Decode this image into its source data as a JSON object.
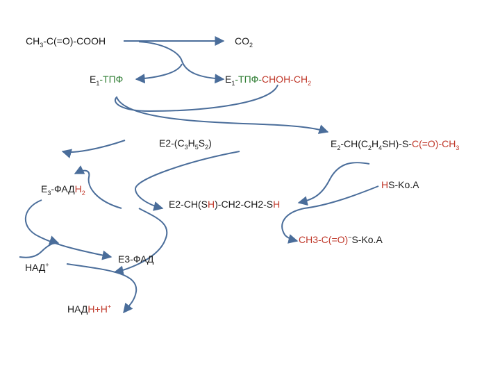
{
  "colors": {
    "arrow": "#4a6d9a",
    "text": "#1a1a1a",
    "accent_red": "#c0392b",
    "accent_green": "#2e7d32"
  },
  "labels": {
    "pyruvate": {
      "a": "CH",
      "b": "3",
      "c": "-C(=O)-COOH"
    },
    "co2": {
      "a": "CO",
      "b": "2"
    },
    "e1_tpp": {
      "a": "E",
      "b": "1",
      "c": "-ТПФ"
    },
    "e1_tpp_choh": {
      "a": "E",
      "b": "1",
      "c": "-ТПФ-",
      "d": "CHOH-CH",
      "e": "2"
    },
    "e2_lipoate": {
      "a": "E2-(C",
      "b": "3",
      "c": "H",
      "d": "5",
      "e": "S",
      "f": "2",
      "g": ")"
    },
    "e2_acetyl": {
      "a": "E",
      "b": "2",
      "c": "-CH(C",
      "d": "2",
      "e": "H",
      "f": "4",
      "g": "SH)-S-",
      "h": "C(=O)-CH",
      "i": "3"
    },
    "e3_fadh2": {
      "a": "E",
      "b": "3",
      "c": "-ФАД",
      "d": "H",
      "e": "2"
    },
    "hs_coa": {
      "a": "H",
      "b": "S-Ko.A"
    },
    "e2_dihydro": {
      "a": "E2-CH(S",
      "b": "H",
      "c": ")-CH2-CH2-S",
      "d": "H"
    },
    "acetyl_coa": {
      "a": "CH3-C(=O)",
      "b": "~",
      "c": "S-Ko.A"
    },
    "nad": {
      "a": "НАД",
      "b": "+"
    },
    "e3_fad": {
      "a": "E3-ФАД"
    },
    "nadh": {
      "a": "НАД",
      "b": "H+H",
      "c": "+"
    }
  }
}
